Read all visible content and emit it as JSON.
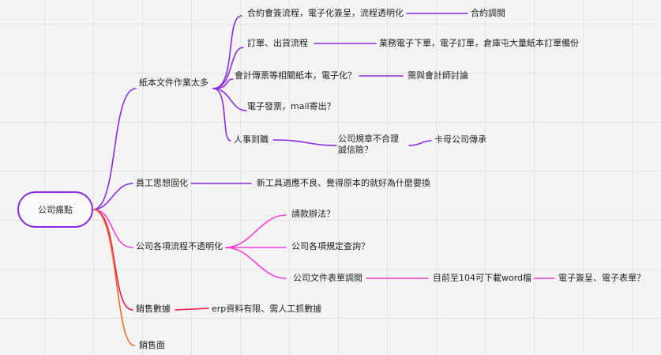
{
  "root": "公司痛點",
  "branch1": {
    "label": "紙本文件作業太多",
    "c1": {
      "label": "合約會簽流程，電子化簽呈，流程透明化",
      "child": "合約調閱"
    },
    "c2": {
      "label": "訂單、出貨流程",
      "child": "業務電子下單，電子訂單，倉庫屯大量紙本訂單備份"
    },
    "c3": {
      "label": "會計傳票等相關紙本，電子化？",
      "child": "需與會計師討論"
    },
    "c4": {
      "label": "電子發票，mail寄出？"
    },
    "c5": {
      "label": "人事到職",
      "child_line1": "公司規章不合理",
      "child_line2": "誠信險？",
      "grandchild": "卡母公司傳承"
    }
  },
  "branch2": {
    "label": "員工思想固化",
    "child": "新工具適應不良、覺得原本的就好為什麼要換"
  },
  "branch3": {
    "label": "公司各項流程不透明化",
    "c1": {
      "label": "請款辦法？"
    },
    "c2": {
      "label": "公司各項規定查詢？"
    },
    "c3": {
      "label": "公司文件表單調閱",
      "child": "目前至104可下載word檔",
      "grandchild": "電子簽呈、電子表單？"
    }
  },
  "branch4": {
    "label": "銷售數據",
    "child": "erp資料有限、需人工抓數據"
  },
  "branch5": {
    "label": "銷售面"
  },
  "colors": {
    "purple": "#8a2be2",
    "magenta": "#f23fd8",
    "red": "#e8184a",
    "orange": "#f26a2e"
  }
}
